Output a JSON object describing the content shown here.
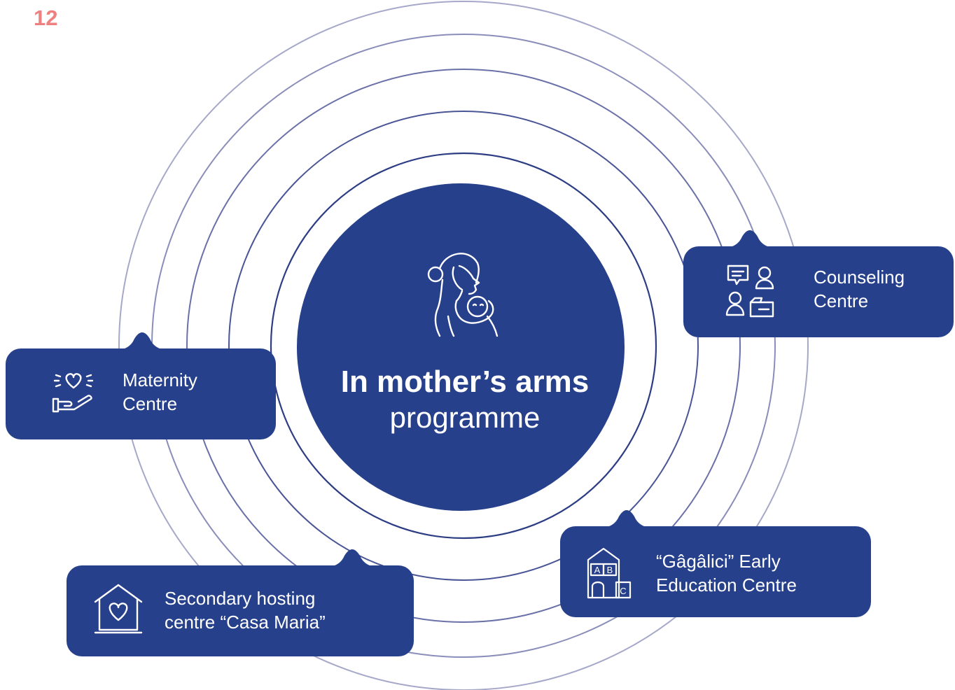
{
  "page_number": "12",
  "colors": {
    "primary": "#27408b",
    "ring": "#8f8fba",
    "page_number": "#ef8080",
    "text_light": "#ffffff"
  },
  "center": {
    "title": "In mother’s arms",
    "subtitle": "programme",
    "icon": "mother-with-baby-icon"
  },
  "nodes": [
    {
      "id": "maternity",
      "label_line1": "Maternity",
      "label_line2": "Centre",
      "icon": "heart-in-hand-icon"
    },
    {
      "id": "counseling",
      "label_line1": "Counseling",
      "label_line2": "Centre",
      "icon": "counseling-people-icon"
    },
    {
      "id": "early-education",
      "label_line1": "“Gâgâlici” Early",
      "label_line2": "Education Centre",
      "icon": "abc-blocks-icon"
    },
    {
      "id": "casa-maria",
      "label_line1": "Secondary hosting",
      "label_line2": "centre “Casa Maria”",
      "icon": "heart-house-icon"
    }
  ]
}
